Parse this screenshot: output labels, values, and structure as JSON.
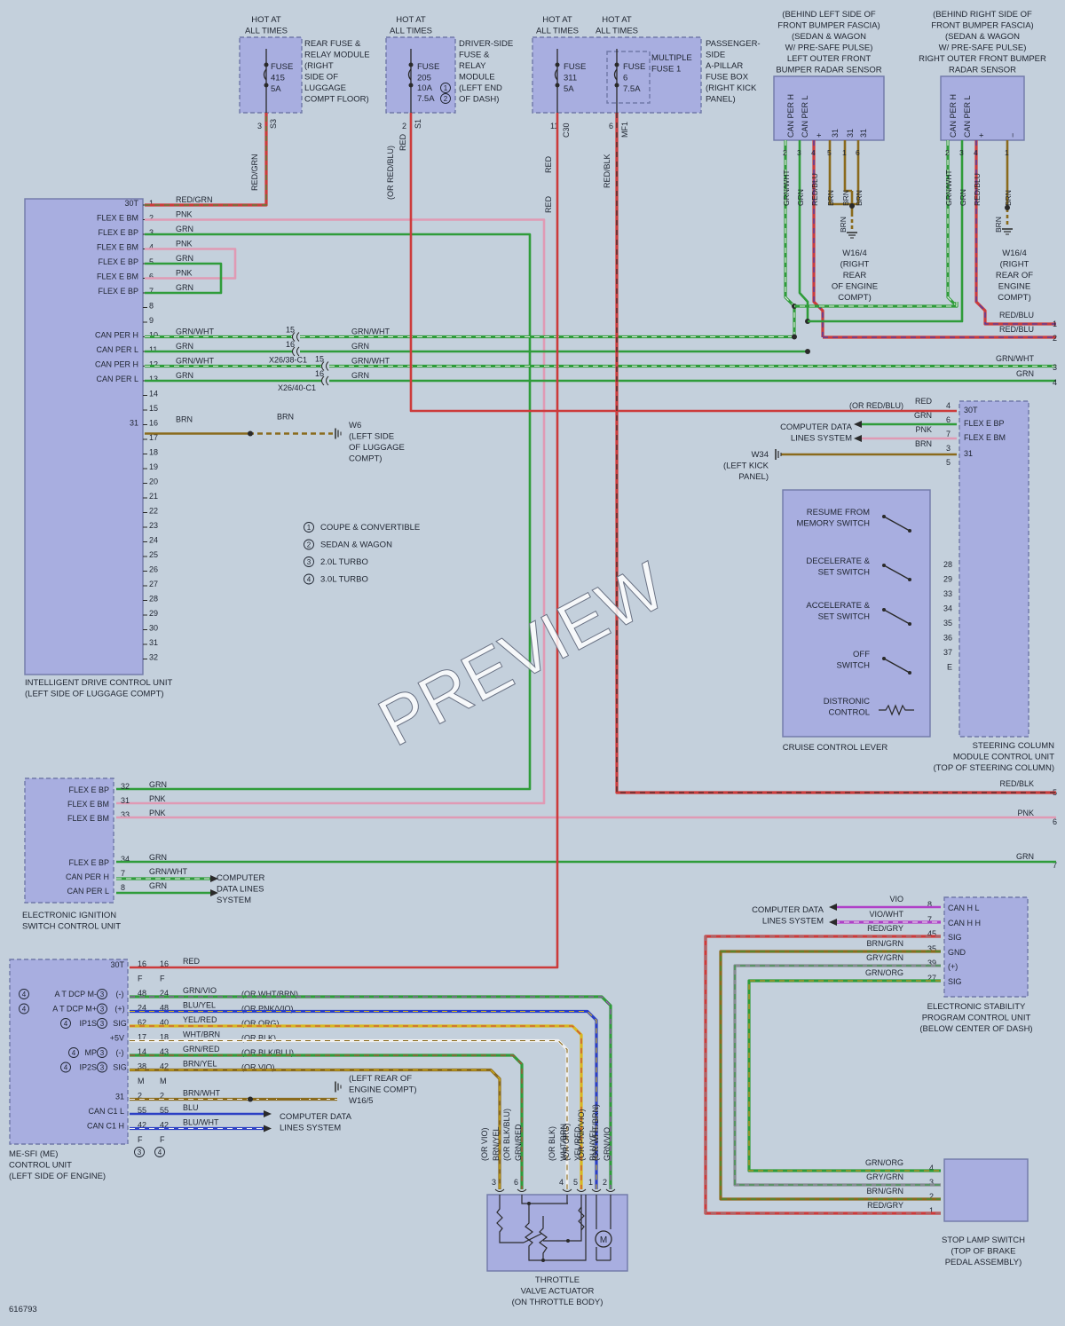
{
  "colors": {
    "background": "#c4d0dc",
    "box_fill": "#a8aee0",
    "box_border": "#7079a8",
    "text": "#1e2430",
    "RED": "#cc3b3b",
    "PNK": "#e09ab4",
    "GRN": "#2f9c3a",
    "BRN": "#8a6a1c",
    "BLU": "#2b3fc4",
    "VIO": "#b040c8",
    "GRY": "#858b91",
    "WHT": "#f0f0f0",
    "YEL": "#d8b820",
    "ORG": "#e08a20",
    "BLK": "#2a2a2a"
  },
  "fuses": [
    {
      "hot": [
        "HOT AT",
        "ALL TIMES"
      ],
      "name": [
        "FUSE",
        "415",
        "5A"
      ],
      "desc": [
        "REAR FUSE &",
        "RELAY MODULE",
        "(RIGHT",
        "SIDE OF",
        "LUGGAGE",
        "COMPT FLOOR)"
      ],
      "pin": "3",
      "conn": "S3",
      "wire": "RED/GRN"
    },
    {
      "hot": [
        "HOT AT",
        "ALL TIMES"
      ],
      "name": [
        "FUSE",
        "205",
        "10A",
        "7.5A"
      ],
      "desc": [
        "DRIVER-SIDE",
        "FUSE &",
        "RELAY",
        "MODULE",
        "(LEFT END",
        "OF DASH)"
      ],
      "pin": "2",
      "conn": "S1",
      "wire": "RED",
      "alt": "(OR RED/BLU)"
    },
    {
      "hot": [
        "HOT AT",
        "ALL TIMES"
      ],
      "name": [
        "FUSE",
        "311",
        "5A"
      ],
      "pin": "11",
      "conn": "C30",
      "wire": "RED"
    },
    {
      "hot": [
        "HOT AT",
        "ALL TIMES"
      ],
      "name": [
        "FUSE",
        "6",
        "7.5A"
      ],
      "multi": [
        "MULTIPLE",
        "FUSE 1"
      ],
      "desc": [
        "PASSENGER-",
        "SIDE",
        "A-PILLAR",
        "FUSE BOX",
        "(RIGHT KICK",
        "PANEL)"
      ],
      "pin": "6",
      "conn": "MF1",
      "wire": "RED/BLK"
    }
  ],
  "radar_left": {
    "header": [
      "(BEHIND LEFT SIDE OF",
      "FRONT BUMPER FASCIA)",
      "(SEDAN & WAGON",
      "W/ PRE-SAFE PULSE)",
      "LEFT OUTER FRONT",
      "BUMPER RADAR SENSOR"
    ],
    "pins": [
      "CAN PER H",
      "CAN PER L",
      "+",
      "−",
      "31",
      "31",
      "31"
    ],
    "nums": [
      "2",
      "3",
      "4",
      "5",
      "1",
      "6"
    ],
    "wires": [
      "GRN/WHT",
      "GRN",
      "RED/BLU",
      "BRN",
      "BRN",
      "BRN"
    ],
    "ground": [
      "W16/4",
      "(RIGHT",
      "REAR",
      "OF ENGINE",
      "COMPT)"
    ],
    "gw": "BRN"
  },
  "radar_right": {
    "header": [
      "(BEHIND RIGHT SIDE OF",
      "FRONT BUMPER FASCIA)",
      "(SEDAN & WAGON",
      "W/ PRE-SAFE PULSE)",
      "RIGHT OUTER FRONT BUMPER",
      "RADAR SENSOR"
    ],
    "pins": [
      "CAN PER H",
      "CAN PER L",
      "+",
      "−"
    ],
    "nums": [
      "2",
      "3",
      "4",
      "1"
    ],
    "wires": [
      "GRN/WHT",
      "GRN",
      "RED/BLU",
      "BRN"
    ],
    "ground": [
      "W16/4",
      "(RIGHT",
      "REAR OF",
      "ENGINE",
      "COMPT)"
    ],
    "gw": "BRN"
  },
  "idc": {
    "label": [
      "INTELLIGENT DRIVE CONTROL UNIT",
      "(LEFT SIDE OF LUGGAGE COMPT)"
    ],
    "pins": [
      {
        "n": "1",
        "l": "30T",
        "w": "RED/GRN"
      },
      {
        "n": "2",
        "l": "FLEX E BM",
        "w": "PNK"
      },
      {
        "n": "3",
        "l": "FLEX E BP",
        "w": "GRN"
      },
      {
        "n": "4",
        "l": "FLEX E BM",
        "w": "PNK"
      },
      {
        "n": "5",
        "l": "FLEX E BP",
        "w": "GRN"
      },
      {
        "n": "6",
        "l": "FLEX E BM",
        "w": "PNK"
      },
      {
        "n": "7",
        "l": "FLEX E BP",
        "w": "GRN"
      },
      {
        "n": "8"
      },
      {
        "n": "9"
      },
      {
        "n": "10",
        "l": "CAN PER H",
        "w": "GRN/WHT"
      },
      {
        "n": "11",
        "l": "CAN PER L",
        "w": "GRN"
      },
      {
        "n": "12",
        "l": "CAN PER H",
        "w": "GRN/WHT"
      },
      {
        "n": "13",
        "l": "CAN PER L",
        "w": "GRN"
      },
      {
        "n": "14"
      },
      {
        "n": "15"
      },
      {
        "n": "16",
        "l": "31",
        "w": "BRN"
      },
      {
        "n": "17"
      },
      {
        "n": "18"
      },
      {
        "n": "19"
      },
      {
        "n": "20"
      },
      {
        "n": "21"
      },
      {
        "n": "22"
      },
      {
        "n": "23"
      },
      {
        "n": "24"
      },
      {
        "n": "25"
      },
      {
        "n": "26"
      },
      {
        "n": "27"
      },
      {
        "n": "28"
      },
      {
        "n": "29"
      },
      {
        "n": "30"
      },
      {
        "n": "31"
      },
      {
        "n": "32"
      }
    ],
    "ground": [
      "W6",
      "(LEFT SIDE",
      "OF LUGGAGE",
      "COMPT)"
    ],
    "conn1": "X26/38-C1",
    "conn2": "X26/40-C1",
    "conn_pins": [
      "15",
      "16",
      "15",
      "16"
    ]
  },
  "notes": [
    {
      "n": "1",
      "t": "COUPE & CONVERTIBLE"
    },
    {
      "n": "2",
      "t": "SEDAN & WAGON"
    },
    {
      "n": "3",
      "t": "2.0L TURBO"
    },
    {
      "n": "4",
      "t": "3.0L TURBO"
    }
  ],
  "edges": [
    {
      "n": "1",
      "w": "RED/BLU"
    },
    {
      "n": "2",
      "w": "RED/BLU"
    },
    {
      "n": "3",
      "w": "GRN/WHT"
    },
    {
      "n": "4",
      "w": "GRN"
    },
    {
      "n": "5",
      "w": "RED/BLK"
    },
    {
      "n": "6",
      "w": "PNK"
    },
    {
      "n": "7",
      "w": "GRN"
    }
  ],
  "scm": {
    "label": [
      "STEERING COLUMN",
      "MODULE CONTROL UNIT",
      "(TOP OF STEERING COLUMN)"
    ],
    "pins": [
      {
        "n": "4",
        "l": "30T",
        "w": "RED",
        "alt": "(OR RED/BLU)"
      },
      {
        "n": "6",
        "l": "FLEX E BP",
        "w": "GRN"
      },
      {
        "n": "7",
        "l": "FLEX E BM",
        "w": "PNK"
      },
      {
        "n": "3",
        "l": "31",
        "w": "BRN"
      },
      {
        "n": "5"
      }
    ],
    "cd": [
      "COMPUTER DATA",
      "LINES SYSTEM"
    ],
    "ground": [
      "W34",
      "(LEFT KICK",
      "PANEL)"
    ],
    "rpins": [
      "28",
      "29",
      "33",
      "34",
      "35",
      "36",
      "37",
      "E"
    ]
  },
  "ccl": {
    "label": "CRUISE CONTROL LEVER",
    "switches": [
      [
        "RESUME FROM",
        "MEMORY SWITCH"
      ],
      [
        "DECELERATE &",
        "SET SWITCH"
      ],
      [
        "ACCELERATE &",
        "SET SWITCH"
      ],
      [
        "OFF",
        "SWITCH"
      ],
      [
        "DISTRONIC",
        "CONTROL"
      ]
    ]
  },
  "eis": {
    "label": [
      "ELECTRONIC IGNITION",
      "SWITCH CONTROL UNIT"
    ],
    "pins": [
      {
        "n": "32",
        "l": "FLEX E BP",
        "w": "GRN"
      },
      {
        "n": "31",
        "l": "FLEX E BM",
        "w": "PNK"
      },
      {
        "n": "33",
        "l": "FLEX E BM",
        "w": "PNK"
      },
      {
        "n": "34",
        "l": "FLEX E BP",
        "w": "GRN"
      },
      {
        "n": "7",
        "l": "CAN PER H",
        "w": "GRN/WHT"
      },
      {
        "n": "8",
        "l": "CAN PER L",
        "w": "GRN"
      }
    ],
    "cd": [
      "COMPUTER",
      "DATA LINES",
      "SYSTEM"
    ]
  },
  "me": {
    "label": [
      "ME-SFI (ME)",
      "CONTROL UNIT",
      "(LEFT SIDE OF ENGINE)"
    ],
    "rows": [
      {
        "l": "30T",
        "a": "16",
        "b": "16",
        "w": "RED"
      },
      {
        "l": "",
        "a": "F",
        "b": "F"
      },
      {
        "l": "A T DCP M-",
        "q": "4",
        "r": "3",
        "s": "(-)",
        "a": "48",
        "b": "24",
        "w": "GRN/VIO",
        "alt": "(OR WHT/BRN)"
      },
      {
        "l": "A T DCP M+",
        "q": "4",
        "r": "3",
        "s": "(+)",
        "a": "24",
        "b": "48",
        "w": "BLU/YEL",
        "alt": "(OR PNK/VIO)"
      },
      {
        "l": "IP1S",
        "q": "4",
        "r": "3",
        "s": "SIG",
        "a": "62",
        "b": "40",
        "w": "YEL/RED",
        "alt": "(OR ORG)"
      },
      {
        "l": "+5V",
        "a": "17",
        "b": "18",
        "w": "WHT/BRN",
        "alt": "(OR BLK)"
      },
      {
        "l": "MP",
        "q": "4",
        "r": "3",
        "s": "(-)",
        "a": "14",
        "b": "43",
        "w": "GRN/RED",
        "alt": "(OR BLK/BLU)"
      },
      {
        "l": "IP2S",
        "q": "4",
        "r": "3",
        "s": "SIG",
        "a": "38",
        "b": "42",
        "w": "BRN/YEL",
        "alt": "(OR VIO)"
      },
      {
        "l": "",
        "a": "M",
        "b": "M"
      },
      {
        "l": "31",
        "a": "2",
        "b": "2",
        "w": "BRN/WHT"
      },
      {
        "l": "CAN C1 L",
        "a": "55",
        "b": "55",
        "w": "BLU"
      },
      {
        "l": "CAN C1 H",
        "a": "42",
        "b": "42",
        "w": "BLU/WHT"
      },
      {
        "l": "",
        "a": "F",
        "b": "F"
      }
    ],
    "foot": [
      "3",
      "4"
    ],
    "ground": [
      "(LEFT REAR OF",
      "ENGINE COMPT)",
      "W16/5"
    ],
    "cd": [
      "COMPUTER DATA",
      "LINES SYSTEM"
    ]
  },
  "throttle": {
    "label": [
      "THROTTLE",
      "VALVE ACTUATOR",
      "(ON THROTTLE BODY)"
    ],
    "pins": [
      "3",
      "6",
      "4",
      "5",
      "1",
      "2"
    ],
    "wires": [
      "BRN/YEL",
      "GRN/RED",
      "WHT/BRN",
      "YEL/RED",
      "BLU/YEL",
      "GRN/VIO"
    ],
    "alts": [
      "(OR VIO)",
      "(OR BLK/BLU)",
      "(OR BLK)",
      "(OR ORG)",
      "(OR PNK/VIO)",
      "(OR WHT/BRN)"
    ],
    "motor": "M"
  },
  "esp": {
    "label": [
      "ELECTRONIC STABILITY",
      "PROGRAM CONTROL UNIT",
      "(BELOW CENTER OF DASH)"
    ],
    "pins": [
      {
        "n": "8",
        "w": "VIO",
        "l": "CAN H L"
      },
      {
        "n": "7",
        "w": "VIO/WHT",
        "l": "CAN H H"
      },
      {
        "n": "45",
        "w": "RED/GRY",
        "l": "SIG"
      },
      {
        "n": "35",
        "w": "BRN/GRN",
        "l": "GND"
      },
      {
        "n": "39",
        "w": "GRY/GRN",
        "l": "(+)"
      },
      {
        "n": "27",
        "w": "GRN/ORG",
        "l": "SIG"
      }
    ],
    "cd": [
      "COMPUTER DATA",
      "LINES SYSTEM"
    ]
  },
  "stop": {
    "label": [
      "STOP LAMP SWITCH",
      "(TOP OF BRAKE",
      "PEDAL ASSEMBLY)"
    ],
    "pins": [
      {
        "n": "4",
        "w": "GRN/ORG"
      },
      {
        "n": "3",
        "w": "GRY/GRN"
      },
      {
        "n": "2",
        "w": "BRN/GRN"
      },
      {
        "n": "1",
        "w": "RED/GRY"
      }
    ]
  },
  "watermark": "PREVIEW",
  "figure_id": "616793"
}
